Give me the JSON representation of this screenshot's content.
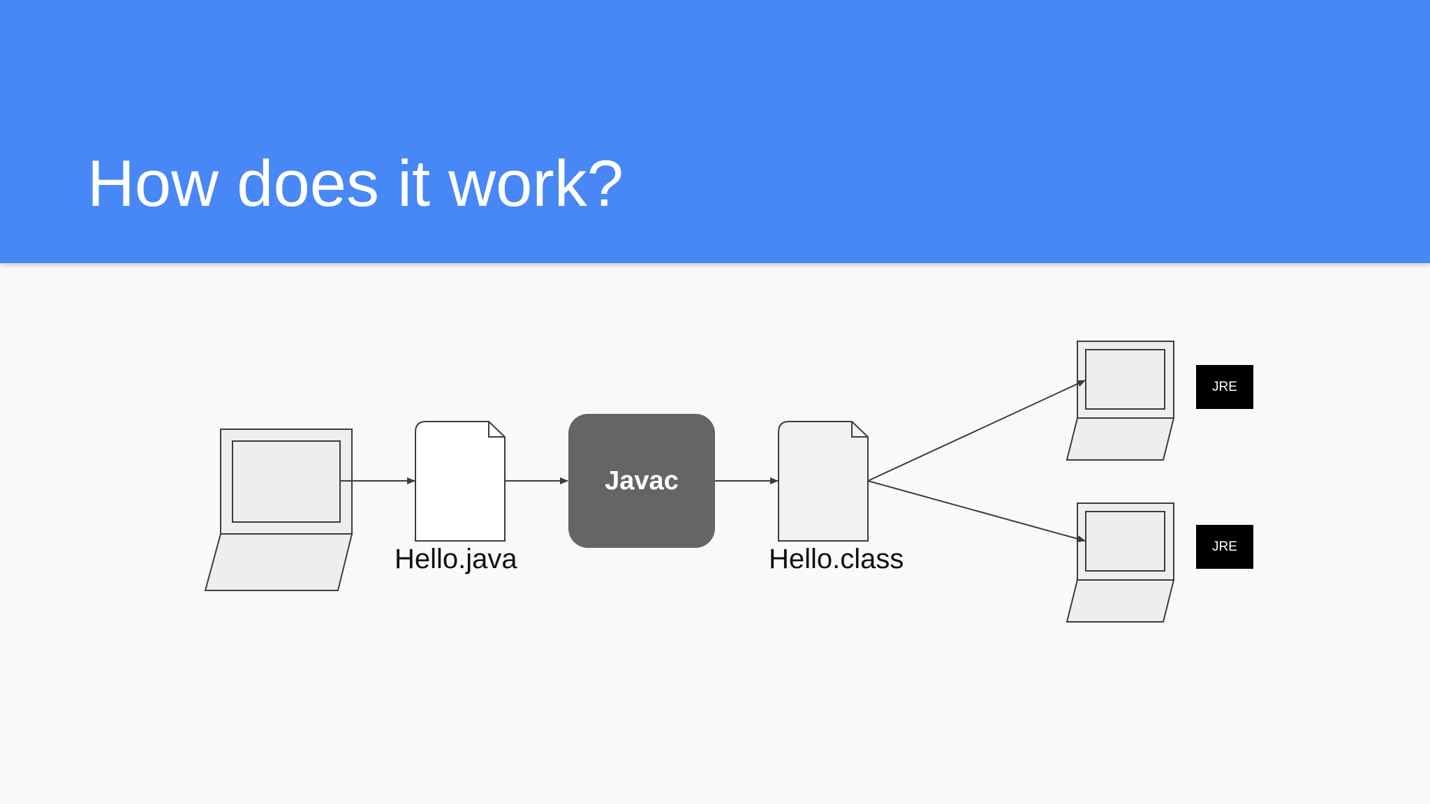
{
  "slide": {
    "title": "How does it work?"
  },
  "diagram": {
    "source_file": "Hello.java",
    "compiler": "Javac",
    "output_file": "Hello.class",
    "runtimes": [
      "JRE",
      "JRE"
    ]
  },
  "colors": {
    "header": "#4787f6",
    "background": "#f9f8fb",
    "compiler_box": "#666467",
    "jre_box": "#000000"
  }
}
